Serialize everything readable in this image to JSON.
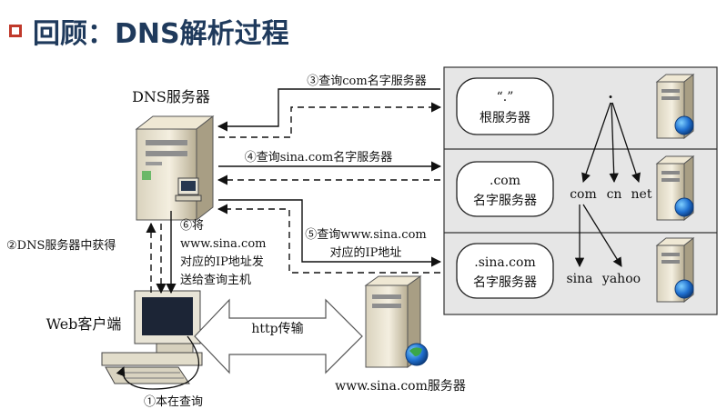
{
  "title": "回顾：DNS解析过程",
  "accent": "#c0392b",
  "title_color": "#1f3a5c",
  "panel_fill": "#e6e6e6",
  "dns_server_label": "DNS服务器",
  "web_client_label": "Web客户端",
  "sina_server_label": "www.sina.com服务器",
  "root_server": {
    "line1": "“.”",
    "line2": "根服务器"
  },
  "com_server": {
    "line1": ".com",
    "line2": "名字服务器"
  },
  "sina_name_server": {
    "line1": ".sina.com",
    "line2": "名字服务器"
  },
  "tree": {
    "root": ".",
    "com": "com",
    "cn": "cn",
    "net": "net",
    "sina": "sina",
    "yahoo": "yahoo"
  },
  "steps": {
    "s1": "①本在查询",
    "s2": "②DNS服务器中获得",
    "s3": "③查询com名字服务器",
    "s4": "④查询sina.com名字服务器",
    "s5_line1": "⑤查询www.sina.com",
    "s5_line2": "对应的IP地址",
    "s6_line1": "⑥将",
    "s6_line2": "www.sina.com",
    "s6_line3": "对应的IP地址发",
    "s6_line4": "送给查询主机"
  },
  "http_label": "http传输"
}
